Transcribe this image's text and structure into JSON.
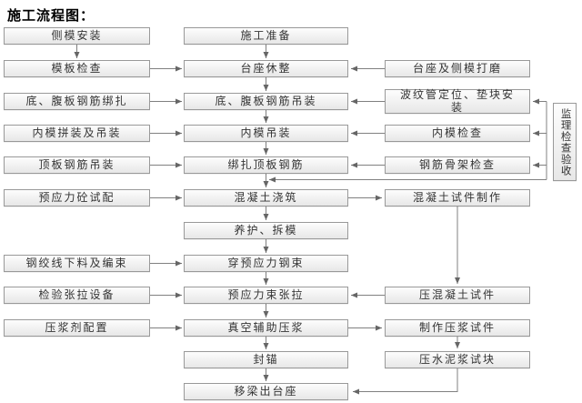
{
  "title": "施工流程图：",
  "palette": {
    "box_fill_top": "#fdfdfd",
    "box_fill_bottom": "#e7e7e7",
    "box_border": "#999999",
    "arrow_color": "#808080",
    "text_color": "#333333",
    "title_color": "#000000",
    "background": "#ffffff"
  },
  "nodes": [
    {
      "label": "侧模安装"
    },
    {
      "label": "施工准备"
    },
    {
      "label": "模板检查"
    },
    {
      "label": "台座休整"
    },
    {
      "label": "台座及侧模打磨"
    },
    {
      "label": "底、腹板钢筋绑扎"
    },
    {
      "label": "底、腹板钢筋吊装"
    },
    {
      "label": "波纹管定位、垫块安装"
    },
    {
      "label": "内模拼装及吊装"
    },
    {
      "label": "内模吊装"
    },
    {
      "label": "内模检查"
    },
    {
      "label": "顶板钢筋吊装"
    },
    {
      "label": "绑扎顶板钢筋"
    },
    {
      "label": "钢筋骨架检查"
    },
    {
      "label": "预应力砼试配"
    },
    {
      "label": "混凝土浇筑"
    },
    {
      "label": "混凝土试件制作"
    },
    {
      "label": "养护、拆模"
    },
    {
      "label": "钢绞线下料及编束"
    },
    {
      "label": "穿预应力钢束"
    },
    {
      "label": "检验张拉设备"
    },
    {
      "label": "预应力束张拉"
    },
    {
      "label": "压混凝土试件"
    },
    {
      "label": "压浆剂配置"
    },
    {
      "label": "真空辅助压浆"
    },
    {
      "label": "制作压浆试件"
    },
    {
      "label": "封锚"
    },
    {
      "label": "压水泥浆试块"
    },
    {
      "label": "移梁出台座"
    },
    {
      "label": "监理检查验收"
    }
  ]
}
